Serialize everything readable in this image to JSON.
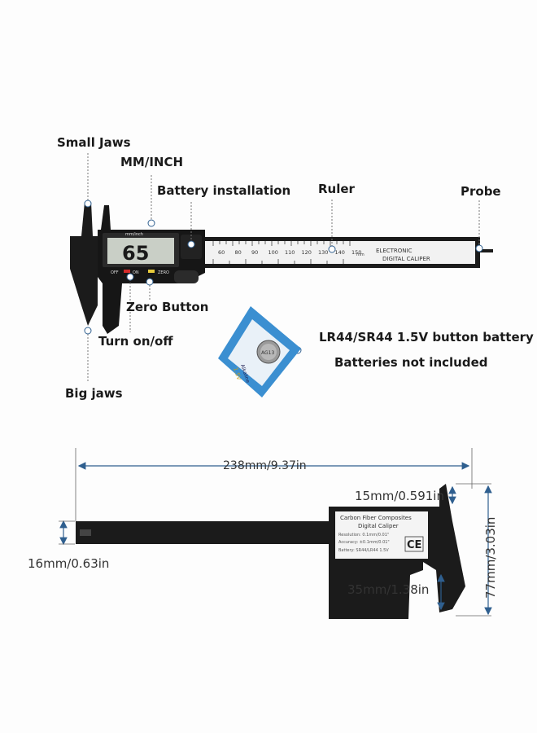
{
  "callouts": {
    "small_jaws": "Small Jaws",
    "mm_inch": "MM/INCH",
    "battery_installation": "Battery installation",
    "ruler": "Ruler",
    "probe": "Probe",
    "zero_button": "Zero Button",
    "turn_on_off": "Turn on/off",
    "big_jaws": "Big jaws",
    "battery_type": "LR44/SR44 1.5V button battery",
    "batteries_note": "Batteries not included"
  },
  "caliper_top": {
    "display_reading": "65",
    "unit_button": "mm/inch",
    "off_label": "OFF",
    "on_label": "ON",
    "zero_label": "ZERO",
    "scale_numbers": [
      "60",
      "80",
      "90",
      "100",
      "110",
      "120",
      "130",
      "140",
      "150"
    ],
    "scale_unit": "mm",
    "brand_line1": "ELECTRONIC",
    "brand_line2": "DIGITAL CALIPER"
  },
  "battery_card": {
    "brand": "Alkaline",
    "cell": "AG13",
    "voltage": "1.5V"
  },
  "caliper_bottom": {
    "plate_title": "Carbon Fiber Composites",
    "plate_subtitle": "Digital Caliper",
    "resolution": "Resolution: 0.1mm/0.01\"",
    "accuracy": "Accuracy: ±0.1mm/0.01\"",
    "battery": "Battery: SR44/LR44 1.5V",
    "ce_mark": "CE"
  },
  "dimensions": {
    "length": "238mm/9.37in",
    "upper_jaw": "15mm/0.591in",
    "beam_width": "16mm/0.63in",
    "lower_jaw": "35mm/1.38in",
    "height": "77mm/3.03in"
  },
  "colors": {
    "caliper_body": "#1b1b1b",
    "ruler_face": "#f2f2f2",
    "lcd": "#c9cfc6",
    "dimension_line": "#2f5f8f",
    "button_red": "#d22b2b",
    "button_yellow": "#e6c93a",
    "battery_card": "#3b8fd1"
  }
}
